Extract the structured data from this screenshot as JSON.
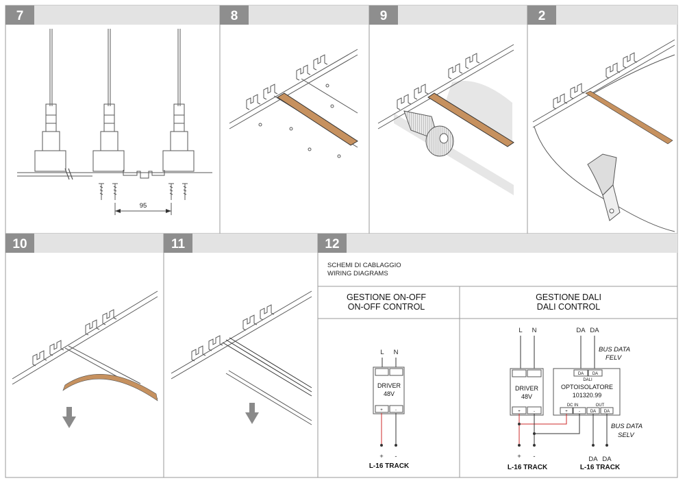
{
  "colors": {
    "header_band": "#e3e3e3",
    "number_box": "#8e8e8e",
    "frame": "#9a9a9a",
    "wood": "#c6915f",
    "wire_red": "#cc2a2a",
    "arrow": "#8a8a8a"
  },
  "panels": {
    "p7": {
      "number": "7",
      "dimension": "95"
    },
    "p8": {
      "number": "8"
    },
    "p9": {
      "number": "9"
    },
    "p2": {
      "number": "2"
    },
    "p10": {
      "number": "10"
    },
    "p11": {
      "number": "11"
    },
    "p12": {
      "number": "12",
      "heading_it": "SCHEMI DI CABLAGGIO",
      "heading_en": "WIRING DIAGRAMS",
      "onoff": {
        "title_it": "GESTIONE ON-OFF",
        "title_en": "ON-OFF CONTROL",
        "label_l": "L",
        "label_n": "N",
        "driver_line1": "DRIVER",
        "driver_line2": "48V",
        "term_plus": "+",
        "term_minus": "-",
        "out_plus": "+",
        "out_minus": "-",
        "track": "L-16 TRACK"
      },
      "dali": {
        "title_it": "GESTIONE DALI",
        "title_en": "DALI CONTROL",
        "label_l": "L",
        "label_n": "N",
        "label_da1": "DA",
        "label_da2": "DA",
        "bus_felv_1": "BUS DATA",
        "bus_felv_2": "FELV",
        "driver_line1": "DRIVER",
        "driver_line2": "48V",
        "term_plus": "+",
        "term_minus": "-",
        "opto_da1": "DA",
        "opto_da2": "DA",
        "opto_dali": "DALI",
        "opto_line1": "OPTOISOLATORE",
        "opto_line2": "101320.99",
        "opto_dcin": "DC IN",
        "opto_out": "OUT",
        "opto_plus": "+",
        "opto_minus": "-",
        "opto_out_da1": "DA",
        "opto_out_da2": "DA",
        "bus_selv_1": "BUS DATA",
        "bus_selv_2": "SELV",
        "out_plus": "+",
        "out_minus": "-",
        "out_da1": "DA",
        "out_da2": "DA",
        "track1": "L-16 TRACK",
        "track2": "L-16 TRACK"
      }
    }
  }
}
